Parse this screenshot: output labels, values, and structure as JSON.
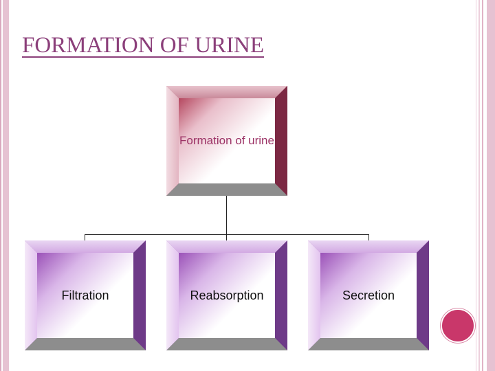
{
  "slide": {
    "title": "FORMATION OF URINE"
  },
  "diagram": {
    "root": {
      "label": "Formation of urine"
    },
    "children": [
      {
        "label": "Filtration"
      },
      {
        "label": "Reabsorption"
      },
      {
        "label": "Secretion"
      }
    ]
  },
  "colors": {
    "title": "#8b3f7a",
    "root_box": "#9e3a57",
    "child_box": "#8e52a7",
    "accent_dot": "#c9376a"
  }
}
